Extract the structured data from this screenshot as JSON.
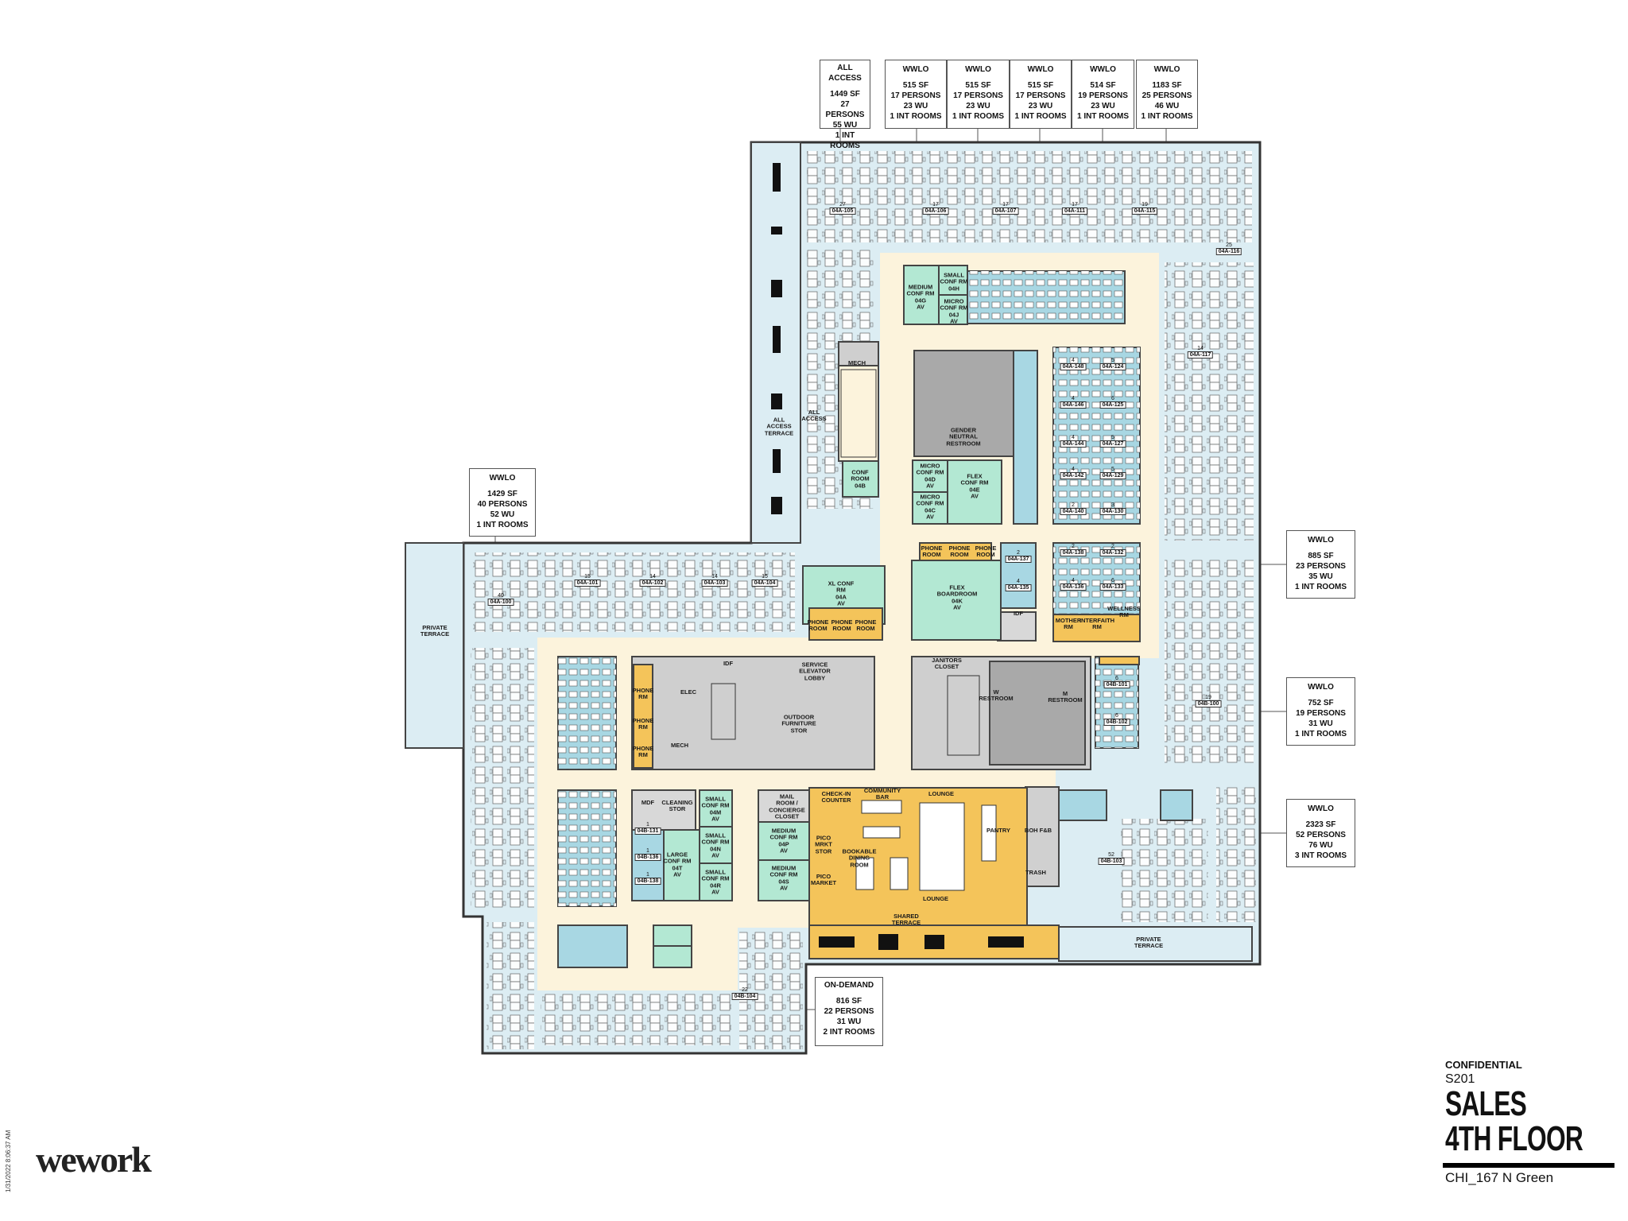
{
  "colors": {
    "open_office": "#dcedf3",
    "private_office": "#a8d7e3",
    "meeting": "#b3e8d3",
    "amenity": "#f4c45a",
    "corridor": "#fcf3dc",
    "core": "#cfcfcf",
    "restroom": "#a9a9a9",
    "terrace": "#dcedf3"
  },
  "info_boxes": {
    "all_access": {
      "title": "ALL ACCESS",
      "sf": "1449 SF",
      "persons": "27 PERSONS",
      "wu": "55 WU",
      "rooms": "1 INT ROOMS"
    },
    "top1": {
      "title": "WWLO",
      "sf": "515 SF",
      "persons": "17 PERSONS",
      "wu": "23 WU",
      "rooms": "1 INT ROOMS"
    },
    "top2": {
      "title": "WWLO",
      "sf": "515 SF",
      "persons": "17 PERSONS",
      "wu": "23 WU",
      "rooms": "1 INT ROOMS"
    },
    "top3": {
      "title": "WWLO",
      "sf": "515 SF",
      "persons": "17 PERSONS",
      "wu": "23 WU",
      "rooms": "1 INT ROOMS"
    },
    "top4": {
      "title": "WWLO",
      "sf": "514 SF",
      "persons": "19 PERSONS",
      "wu": "23 WU",
      "rooms": "1 INT ROOMS"
    },
    "top5": {
      "title": "WWLO",
      "sf": "1183 SF",
      "persons": "25 PERSONS",
      "wu": "46 WU",
      "rooms": "1 INT ROOMS"
    },
    "left": {
      "title": "WWLO",
      "sf": "1429 SF",
      "persons": "40 PERSONS",
      "wu": "52 WU",
      "rooms": "1 INT ROOMS"
    },
    "right1": {
      "title": "WWLO",
      "sf": "885 SF",
      "persons": "23 PERSONS",
      "wu": "35 WU",
      "rooms": "1 INT ROOMS"
    },
    "right2": {
      "title": "WWLO",
      "sf": "752 SF",
      "persons": "19 PERSONS",
      "wu": "31 WU",
      "rooms": "1 INT ROOMS"
    },
    "right3": {
      "title": "WWLO",
      "sf": "2323 SF",
      "persons": "52 PERSONS",
      "wu": "76 WU",
      "rooms": "3 INT ROOMS"
    },
    "on_demand": {
      "title": "ON-DEMAND",
      "sf": "816 SF",
      "persons": "22 PERSONS",
      "wu": "31 WU",
      "rooms": "2 INT ROOMS"
    }
  },
  "rooms": {
    "all_access_terrace": "ALL\nACCESS\nTERRACE",
    "all_access": "ALL\nACCESS",
    "mech_top": "MECH",
    "gender_neutral_restroom": "GENDER\nNEUTRAL\nRESTROOM",
    "conf_04g": "MEDIUM\nCONF RM\n04G\nAV",
    "conf_04h": "SMALL\nCONF RM\n04H",
    "conf_04j": "MICRO\nCONF RM\n04J\nAV",
    "conf_04d": "MICRO\nCONF RM\n04D\nAV",
    "conf_04c": "MICRO\nCONF RM\n04C\nAV",
    "conf_04e": "FLEX\nCONF RM\n04E\nAV",
    "conf_04b": "CONF\nROOM\n04B",
    "conf_04a": "XL CONF\nRM\n04A\nAV",
    "phone_1": "PHONE\nROOM",
    "phone_2": "PHONE\nROOM",
    "phone_3": "PHONE\nROOM",
    "phone_4": "PHONE\nROOM",
    "phone_5": "PHONE\nROOM",
    "phone_6": "PHONE\nROOM",
    "boardroom_04k": "FLEX\nBOARDROOM\n04K\nAV",
    "idf_upper": "IDF",
    "mother_rm": "MOTHER\nRM",
    "interfaith_rm": "INTERFAITH\nRM",
    "wellness_rm": "WELLNESS\nRM",
    "private_terrace_left": "PRIVATE\nTERRACE",
    "elec": "ELEC",
    "mech_lower": "MECH",
    "idf_lower": "IDF",
    "phone_rm_1": "PHONE\nRM",
    "phone_rm_2": "PHONE\nRM",
    "phone_rm_3": "PHONE\nRM",
    "service_elevator_lobby": "SERVICE\nELEVATOR\nLOBBY",
    "outdoor_furniture_stor": "OUTDOOR\nFURNITURE\nSTOR",
    "janitors_closet": "JANITORS\nCLOSET",
    "w_restroom": "W\nRESTROOM",
    "m_restroom": "M\nRESTROOM",
    "mdf": "MDF",
    "cleaning_stor": "CLEANING\nSTOR",
    "conf_04m": "SMALL\nCONF RM\n04M\nAV",
    "conf_04n": "SMALL\nCONF RM\n04N\nAV",
    "conf_04r": "SMALL\nCONF RM\n04R\nAV",
    "conf_04t": "LARGE\nCONF RM\n04T\nAV",
    "mail_room": "MAIL\nROOM /\nCONCIERGE\nCLOSET",
    "check_in": "CHECK-IN\nCOUNTER",
    "conf_04p": "MEDIUM\nCONF RM\n04P\nAV",
    "conf_04s": "MEDIUM\nCONF RM\n04S\nAV",
    "pico_mrkt_stor": "PICO\nMRKT\nSTOR",
    "pico_market": "PICO\nMARKET",
    "community_bar": "COMMUNITY\nBAR",
    "lounge_top": "LOUNGE",
    "lounge_bottom": "LOUNGE",
    "bookable_dining": "BOOKABLE\nDINING\nROOM",
    "pantry": "PANTRY",
    "boh": "BOH F&B",
    "trash": "TRASH",
    "shared_terrace": "SHARED\nTERRACE",
    "private_terrace_right": "PRIVATE\nTERRACE"
  },
  "desk_tags": [
    {
      "count": "27",
      "id": "04A-105"
    },
    {
      "count": "17",
      "id": "04A-106"
    },
    {
      "count": "17",
      "id": "04A-107"
    },
    {
      "count": "17",
      "id": "04A-111"
    },
    {
      "count": "19",
      "id": "04A-115"
    },
    {
      "count": "25",
      "id": "04A-116"
    },
    {
      "count": "40",
      "id": "04A-100"
    },
    {
      "count": "15",
      "id": "04A-101"
    },
    {
      "count": "14",
      "id": "04A-102"
    },
    {
      "count": "14",
      "id": "04A-103"
    },
    {
      "count": "15",
      "id": "04A-104"
    },
    {
      "count": "14",
      "id": "04A-117"
    },
    {
      "count": "4",
      "id": "04A-148"
    },
    {
      "count": "5",
      "id": "04A-124"
    },
    {
      "count": "4",
      "id": "04A-146"
    },
    {
      "count": "6",
      "id": "04A-125"
    },
    {
      "count": "4",
      "id": "04A-144"
    },
    {
      "count": "5",
      "id": "04A-127"
    },
    {
      "count": "4",
      "id": "04A-142"
    },
    {
      "count": "5",
      "id": "04A-129"
    },
    {
      "count": "2",
      "id": "04A-140"
    },
    {
      "count": "3",
      "id": "04A-130"
    },
    {
      "count": "2",
      "id": "04A-138"
    },
    {
      "count": "2",
      "id": "04A-132"
    },
    {
      "count": "4",
      "id": "04A-136"
    },
    {
      "count": "6",
      "id": "04A-133"
    },
    {
      "count": "2",
      "id": "04A-137"
    },
    {
      "count": "4",
      "id": "04A-135"
    },
    {
      "count": "6",
      "id": "04B-101"
    },
    {
      "count": "6",
      "id": "04B-102"
    },
    {
      "count": "52",
      "id": "04B-103"
    },
    {
      "count": "22",
      "id": "04B-104"
    },
    {
      "count": "1",
      "id": "04B-131"
    },
    {
      "count": "1",
      "id": "04B-136"
    },
    {
      "count": "1",
      "id": "04B-138"
    },
    {
      "count": "19",
      "id": "04B-100"
    }
  ],
  "title_block": {
    "confidential": "CONFIDENTIAL",
    "sheet": "S201",
    "title_line1": "SALES",
    "title_line2": "4TH FLOOR",
    "address": "CHI_167 N Green"
  },
  "logo": "wework",
  "print_date": "1/31/2022 8:06:37 AM"
}
